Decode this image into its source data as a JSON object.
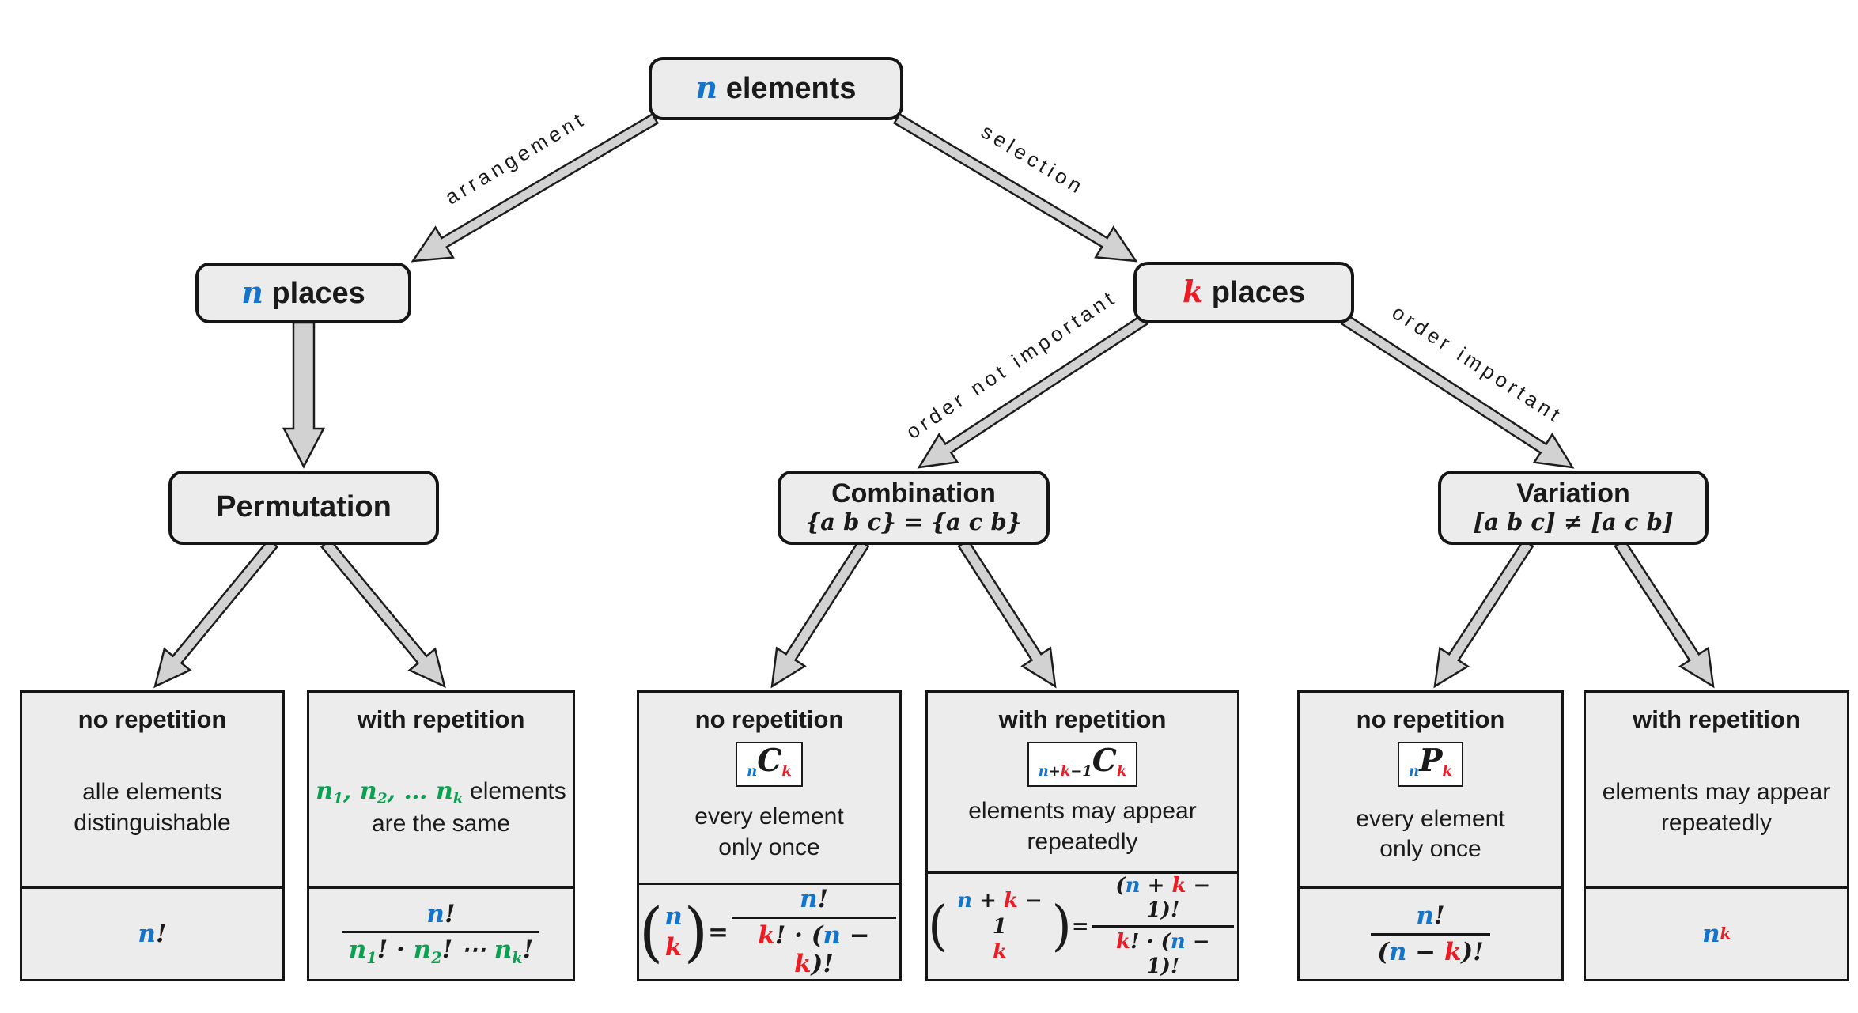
{
  "colors": {
    "blue": "#1274cc",
    "red": "#ed1c24",
    "green": "#0aa150",
    "black": "#1a1a1a",
    "box_fill": "#ececec",
    "arrow_fill": "#d2d2d2"
  },
  "nodes": {
    "root": {
      "label": [
        {
          "t": "n",
          "c": "b",
          "m": 1
        },
        {
          "t": " elements"
        }
      ]
    },
    "n_places": {
      "label": [
        {
          "t": "n",
          "c": "b",
          "m": 1
        },
        {
          "t": " places"
        }
      ]
    },
    "k_places": {
      "label": [
        {
          "t": "k",
          "c": "r",
          "m": 1
        },
        {
          "t": " places"
        }
      ]
    },
    "permutation": {
      "label": [
        {
          "t": "Permutation"
        }
      ]
    },
    "combination": {
      "label": [
        {
          "t": "Combination"
        }
      ],
      "sub": [
        {
          "t": "{a b c} = {a c b}",
          "m": 1
        }
      ]
    },
    "variation": {
      "label": [
        {
          "t": "Variation"
        }
      ],
      "sub": [
        {
          "t": "[a b c] ≠ [a c b]",
          "m": 1
        }
      ]
    }
  },
  "edges": {
    "arrangement": "arrangement",
    "selection": "selection",
    "order_not_important": "order not important",
    "order_important": "order important"
  },
  "leaves": [
    {
      "title": "no repetition",
      "desc": [
        {
          "t": "alle elements"
        },
        {
          "br": 1
        },
        {
          "t": "distinguishable"
        }
      ],
      "formula": [
        {
          "t": "n",
          "c": "b",
          "m": 1
        },
        {
          "t": "!",
          "m": 1
        }
      ]
    },
    {
      "title": "with repetition",
      "desc": [
        {
          "t": "n",
          "c": "g",
          "m": 1
        },
        {
          "sub": [
            {
              "t": "1",
              "c": "g",
              "m": 1
            }
          ]
        },
        {
          "t": ", ",
          "c": "g",
          "m": 1
        },
        {
          "t": "n",
          "c": "g",
          "m": 1
        },
        {
          "sub": [
            {
              "t": "2",
              "c": "g",
              "m": 1
            }
          ]
        },
        {
          "t": ", … ",
          "c": "g",
          "m": 1
        },
        {
          "t": "n",
          "c": "g",
          "m": 1
        },
        {
          "sub": [
            {
              "t": "k",
              "c": "g",
              "m": 1
            }
          ]
        },
        {
          "t": " elements"
        },
        {
          "br": 1
        },
        {
          "t": "are the same"
        }
      ],
      "formula": [
        {
          "frac": {
            "n": [
              {
                "t": "n",
                "c": "b",
                "m": 1
              },
              {
                "t": "!",
                "m": 1
              }
            ],
            "d": [
              {
                "t": "n",
                "c": "g",
                "m": 1
              },
              {
                "sub": [
                  {
                    "t": "1",
                    "c": "g",
                    "m": 1
                  }
                ]
              },
              {
                "t": "! · ",
                "m": 1
              },
              {
                "t": "n",
                "c": "g",
                "m": 1
              },
              {
                "sub": [
                  {
                    "t": "2",
                    "c": "g",
                    "m": 1
                  }
                ]
              },
              {
                "t": "! ⋯ ",
                "m": 1
              },
              {
                "t": "n",
                "c": "g",
                "m": 1
              },
              {
                "sub": [
                  {
                    "t": "k",
                    "c": "g",
                    "m": 1
                  }
                ]
              },
              {
                "t": "!",
                "m": 1
              }
            ]
          }
        }
      ]
    },
    {
      "title": "no repetition",
      "badge": [
        {
          "sub": [
            {
              "t": "n",
              "c": "b",
              "m": 1
            }
          ]
        },
        {
          "t": "C",
          "m": 1,
          "big": 1
        },
        {
          "sub": [
            {
              "t": "k",
              "c": "r",
              "m": 1
            }
          ]
        }
      ],
      "desc": [
        {
          "t": "every element"
        },
        {
          "br": 1
        },
        {
          "t": "only once"
        }
      ],
      "formula": [
        {
          "binom": {
            "t": [
              {
                "t": "n",
                "c": "b",
                "m": 1
              }
            ],
            "b": [
              {
                "t": "k",
                "c": "r",
                "m": 1
              }
            ]
          }
        },
        {
          "t": " = ",
          "m": 1
        },
        {
          "frac": {
            "n": [
              {
                "t": "n",
                "c": "b",
                "m": 1
              },
              {
                "t": "!",
                "m": 1
              }
            ],
            "d": [
              {
                "t": "k",
                "c": "r",
                "m": 1
              },
              {
                "t": "! · (",
                "m": 1
              },
              {
                "t": "n",
                "c": "b",
                "m": 1
              },
              {
                "t": " − ",
                "m": 1
              },
              {
                "t": "k",
                "c": "r",
                "m": 1
              },
              {
                "t": ")!",
                "m": 1
              }
            ]
          }
        }
      ]
    },
    {
      "title": "with repetition",
      "badge": [
        {
          "sub": [
            {
              "t": "n",
              "c": "b",
              "m": 1
            },
            {
              "t": "+",
              "m": 1
            },
            {
              "t": "k",
              "c": "r",
              "m": 1
            },
            {
              "t": "−1",
              "m": 1
            }
          ]
        },
        {
          "t": "C",
          "m": 1,
          "big": 1
        },
        {
          "sub": [
            {
              "t": "k",
              "c": "r",
              "m": 1
            }
          ]
        }
      ],
      "desc": [
        {
          "t": "elements may appear"
        },
        {
          "br": 1
        },
        {
          "t": "repeatedly"
        }
      ],
      "formula": [
        {
          "binom": {
            "t": [
              {
                "t": "n",
                "c": "b",
                "m": 1
              },
              {
                "t": " + ",
                "m": 1
              },
              {
                "t": "k",
                "c": "r",
                "m": 1
              },
              {
                "t": " − 1",
                "m": 1
              }
            ],
            "b": [
              {
                "t": "k",
                "c": "r",
                "m": 1
              }
            ]
          }
        },
        {
          "t": " = ",
          "m": 1
        },
        {
          "frac": {
            "n": [
              {
                "t": "(",
                "m": 1
              },
              {
                "t": "n",
                "c": "b",
                "m": 1
              },
              {
                "t": " + ",
                "m": 1
              },
              {
                "t": "k",
                "c": "r",
                "m": 1
              },
              {
                "t": " − 1)!",
                "m": 1
              }
            ],
            "d": [
              {
                "t": "k",
                "c": "r",
                "m": 1
              },
              {
                "t": "! · (",
                "m": 1
              },
              {
                "t": "n",
                "c": "b",
                "m": 1
              },
              {
                "t": " − 1)!",
                "m": 1
              }
            ]
          }
        }
      ]
    },
    {
      "title": "no repetition",
      "badge": [
        {
          "sub": [
            {
              "t": "n",
              "c": "b",
              "m": 1
            }
          ]
        },
        {
          "t": "P",
          "m": 1,
          "big": 1
        },
        {
          "sub": [
            {
              "t": "k",
              "c": "r",
              "m": 1
            }
          ]
        }
      ],
      "desc": [
        {
          "t": "every element"
        },
        {
          "br": 1
        },
        {
          "t": "only once"
        }
      ],
      "formula": [
        {
          "frac": {
            "n": [
              {
                "t": "n",
                "c": "b",
                "m": 1
              },
              {
                "t": "!",
                "m": 1
              }
            ],
            "d": [
              {
                "t": "(",
                "m": 1
              },
              {
                "t": "n",
                "c": "b",
                "m": 1
              },
              {
                "t": " − ",
                "m": 1
              },
              {
                "t": "k",
                "c": "r",
                "m": 1
              },
              {
                "t": ")!",
                "m": 1
              }
            ]
          }
        }
      ]
    },
    {
      "title": "with repetition",
      "desc": [
        {
          "t": "elements may appear"
        },
        {
          "br": 1
        },
        {
          "t": "repeatedly"
        }
      ],
      "formula": [
        {
          "t": "n",
          "c": "b",
          "m": 1
        },
        {
          "sup": [
            {
              "t": "k",
              "c": "r",
              "m": 1
            }
          ]
        }
      ]
    }
  ]
}
